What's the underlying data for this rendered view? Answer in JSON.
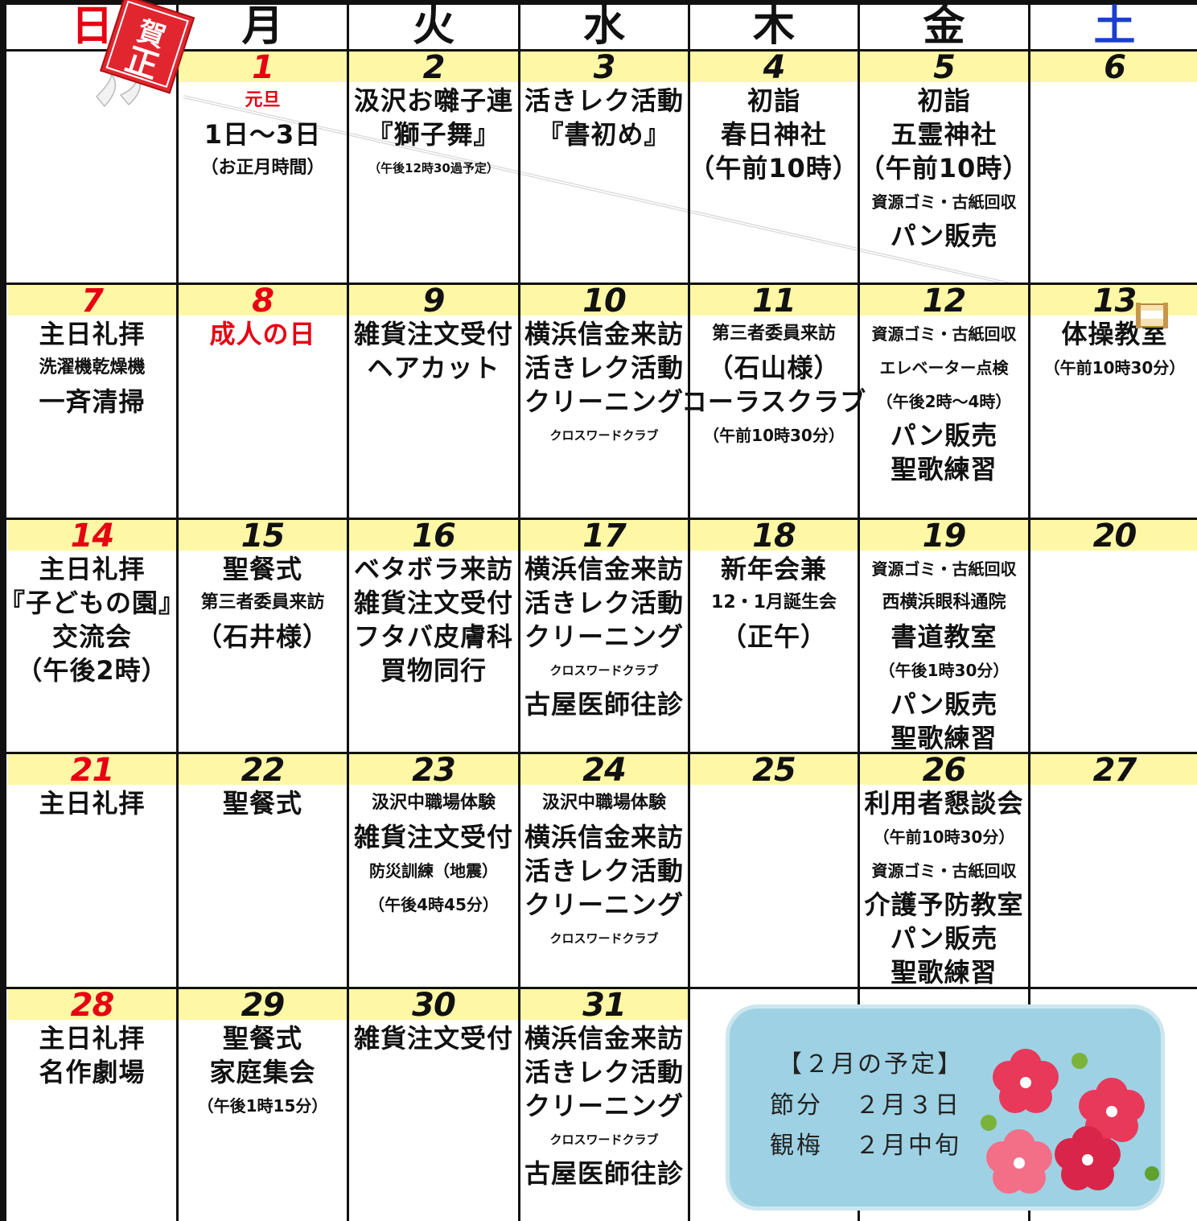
{
  "weekdays": [
    {
      "label": "日",
      "color": "#e60012"
    },
    {
      "label": "月",
      "color": "#111111"
    },
    {
      "label": "火",
      "color": "#111111"
    },
    {
      "label": "水",
      "color": "#111111"
    },
    {
      "label": "木",
      "color": "#111111"
    },
    {
      "label": "金",
      "color": "#111111"
    },
    {
      "label": "土",
      "color": "#1a3fd0"
    }
  ],
  "colors": {
    "highlight_band": "#fdf7a6",
    "holiday": "#e60012",
    "saturday": "#1a3fd0",
    "note_bg": "#9ed1e3"
  },
  "weeks": [
    [
      null,
      {
        "day": "1",
        "red": true,
        "events": [
          {
            "text": "元旦",
            "size": "M",
            "red": true
          },
          {
            "text": "1日～3日",
            "size": "L"
          },
          {
            "text": "（お正月時間）",
            "size": "M"
          }
        ]
      },
      {
        "day": "2",
        "events": [
          {
            "text": "汲沢お囃子連",
            "size": "L"
          },
          {
            "text": "『獅子舞』",
            "size": "L"
          },
          {
            "text": "（午後12時30過予定）",
            "size": "XS"
          }
        ]
      },
      {
        "day": "3",
        "events": [
          {
            "text": "活きレク活動",
            "size": "L"
          },
          {
            "text": "『書初め』",
            "size": "L"
          }
        ]
      },
      {
        "day": "4",
        "events": [
          {
            "text": "初詣",
            "size": "L"
          },
          {
            "text": "春日神社",
            "size": "L"
          },
          {
            "text": "（午前10時）",
            "size": "L"
          }
        ]
      },
      {
        "day": "5",
        "events": [
          {
            "text": "初詣",
            "size": "L"
          },
          {
            "text": "五霊神社",
            "size": "L"
          },
          {
            "text": "（午前10時）",
            "size": "L"
          },
          {
            "text": "資源ゴミ・古紙回収",
            "size": "S"
          },
          {
            "text": "パン販売",
            "size": "L"
          }
        ]
      },
      {
        "day": "6",
        "events": []
      }
    ],
    [
      {
        "day": "7",
        "red": true,
        "events": [
          {
            "text": "主日礼拝",
            "size": "L"
          },
          {
            "text": "洗濯機乾燥機",
            "size": "M"
          },
          {
            "text": "一斉清掃",
            "size": "L"
          }
        ]
      },
      {
        "day": "8",
        "red": true,
        "events": [
          {
            "text": "成人の日",
            "size": "L",
            "red": true
          }
        ]
      },
      {
        "day": "9",
        "events": [
          {
            "text": "雑貨注文受付",
            "size": "L"
          },
          {
            "text": "ヘアカット",
            "size": "L"
          }
        ]
      },
      {
        "day": "10",
        "events": [
          {
            "text": "横浜信金来訪",
            "size": "L"
          },
          {
            "text": "活きレク活動",
            "size": "L"
          },
          {
            "text": "クリーニング",
            "size": "L"
          },
          {
            "text": "クロスワードクラブ",
            "size": "XS"
          }
        ]
      },
      {
        "day": "11",
        "events": [
          {
            "text": "第三者委員来訪",
            "size": "M"
          },
          {
            "text": "（石山様）",
            "size": "L"
          },
          {
            "text": "コーラスクラブ",
            "size": "L"
          },
          {
            "text": "（午前10時30分）",
            "size": "S"
          }
        ]
      },
      {
        "day": "12",
        "events": [
          {
            "text": "資源ゴミ・古紙回収",
            "size": "S"
          },
          {
            "text": "エレベーター点検",
            "size": "S"
          },
          {
            "text": "（午後2時～4時）",
            "size": "S"
          },
          {
            "text": "パン販売",
            "size": "L"
          },
          {
            "text": "聖歌練習",
            "size": "L"
          }
        ]
      },
      {
        "day": "13",
        "events": [
          {
            "text": "体操教室",
            "size": "L"
          },
          {
            "text": "（午前10時30分）",
            "size": "S"
          }
        ]
      }
    ],
    [
      {
        "day": "14",
        "red": true,
        "events": [
          {
            "text": "主日礼拝",
            "size": "L"
          },
          {
            "text": "『子どもの園』",
            "size": "L"
          },
          {
            "text": "交流会",
            "size": "L"
          },
          {
            "text": "（午後2時）",
            "size": "L"
          }
        ]
      },
      {
        "day": "15",
        "events": [
          {
            "text": "聖餐式",
            "size": "L"
          },
          {
            "text": "第三者委員来訪",
            "size": "M"
          },
          {
            "text": "（石井様）",
            "size": "L"
          }
        ]
      },
      {
        "day": "16",
        "events": [
          {
            "text": "ベタボラ来訪",
            "size": "L"
          },
          {
            "text": "雑貨注文受付",
            "size": "L"
          },
          {
            "text": "フタバ皮膚科",
            "size": "L"
          },
          {
            "text": "買物同行",
            "size": "L"
          }
        ]
      },
      {
        "day": "17",
        "events": [
          {
            "text": "横浜信金来訪",
            "size": "L"
          },
          {
            "text": "活きレク活動",
            "size": "L"
          },
          {
            "text": "クリーニング",
            "size": "L"
          },
          {
            "text": "クロスワードクラブ",
            "size": "XS"
          },
          {
            "text": "古屋医師往診",
            "size": "L"
          }
        ]
      },
      {
        "day": "18",
        "events": [
          {
            "text": "新年会兼",
            "size": "L"
          },
          {
            "text": "12・1月誕生会",
            "size": "M"
          },
          {
            "text": "（正午）",
            "size": "L"
          }
        ]
      },
      {
        "day": "19",
        "events": [
          {
            "text": "資源ゴミ・古紙回収",
            "size": "S"
          },
          {
            "text": "西横浜眼科通院",
            "size": "M"
          },
          {
            "text": "書道教室",
            "size": "L"
          },
          {
            "text": "（午後1時30分）",
            "size": "S"
          },
          {
            "text": "パン販売",
            "size": "L"
          },
          {
            "text": "聖歌練習",
            "size": "L"
          }
        ]
      },
      {
        "day": "20",
        "events": []
      }
    ],
    [
      {
        "day": "21",
        "red": true,
        "events": [
          {
            "text": "主日礼拝",
            "size": "L"
          }
        ]
      },
      {
        "day": "22",
        "events": [
          {
            "text": "聖餐式",
            "size": "L"
          }
        ]
      },
      {
        "day": "23",
        "events": [
          {
            "text": "汲沢中職場体験",
            "size": "M"
          },
          {
            "text": "雑貨注文受付",
            "size": "L"
          },
          {
            "text": "防災訓練（地震）",
            "size": "S"
          },
          {
            "text": "（午後4時45分）",
            "size": "S"
          }
        ]
      },
      {
        "day": "24",
        "events": [
          {
            "text": "汲沢中職場体験",
            "size": "M"
          },
          {
            "text": "横浜信金来訪",
            "size": "L"
          },
          {
            "text": "活きレク活動",
            "size": "L"
          },
          {
            "text": "クリーニング",
            "size": "L"
          },
          {
            "text": "クロスワードクラブ",
            "size": "XS"
          }
        ]
      },
      {
        "day": "25",
        "events": []
      },
      {
        "day": "26",
        "events": [
          {
            "text": "利用者懇談会",
            "size": "L"
          },
          {
            "text": "（午前10時30分）",
            "size": "S"
          },
          {
            "text": "資源ゴミ・古紙回収",
            "size": "S"
          },
          {
            "text": "介護予防教室",
            "size": "L"
          },
          {
            "text": "パン販売",
            "size": "L"
          },
          {
            "text": "聖歌練習",
            "size": "L"
          }
        ]
      },
      {
        "day": "27",
        "events": []
      }
    ],
    [
      {
        "day": "28",
        "red": true,
        "events": [
          {
            "text": "主日礼拝",
            "size": "L"
          },
          {
            "text": "名作劇場",
            "size": "L"
          }
        ]
      },
      {
        "day": "29",
        "events": [
          {
            "text": "聖餐式",
            "size": "L"
          },
          {
            "text": "家庭集会",
            "size": "L"
          },
          {
            "text": "（午後1時15分）",
            "size": "S"
          }
        ]
      },
      {
        "day": "30",
        "events": [
          {
            "text": "雑貨注文受付",
            "size": "L"
          }
        ]
      },
      {
        "day": "31",
        "events": [
          {
            "text": "横浜信金来訪",
            "size": "L"
          },
          {
            "text": "活きレク活動",
            "size": "L"
          },
          {
            "text": "クリーニング",
            "size": "L"
          },
          {
            "text": "クロスワードクラブ",
            "size": "XS"
          },
          {
            "text": "古屋医師往診",
            "size": "L"
          }
        ]
      },
      null,
      null,
      null
    ]
  ],
  "kite": {
    "label_top": "賀",
    "label_bottom": "正"
  },
  "february_note": {
    "title": "【２月の予定】",
    "items": [
      {
        "label": "節分",
        "date": "２月３日"
      },
      {
        "label": "観梅",
        "date": "２月中旬"
      }
    ]
  }
}
